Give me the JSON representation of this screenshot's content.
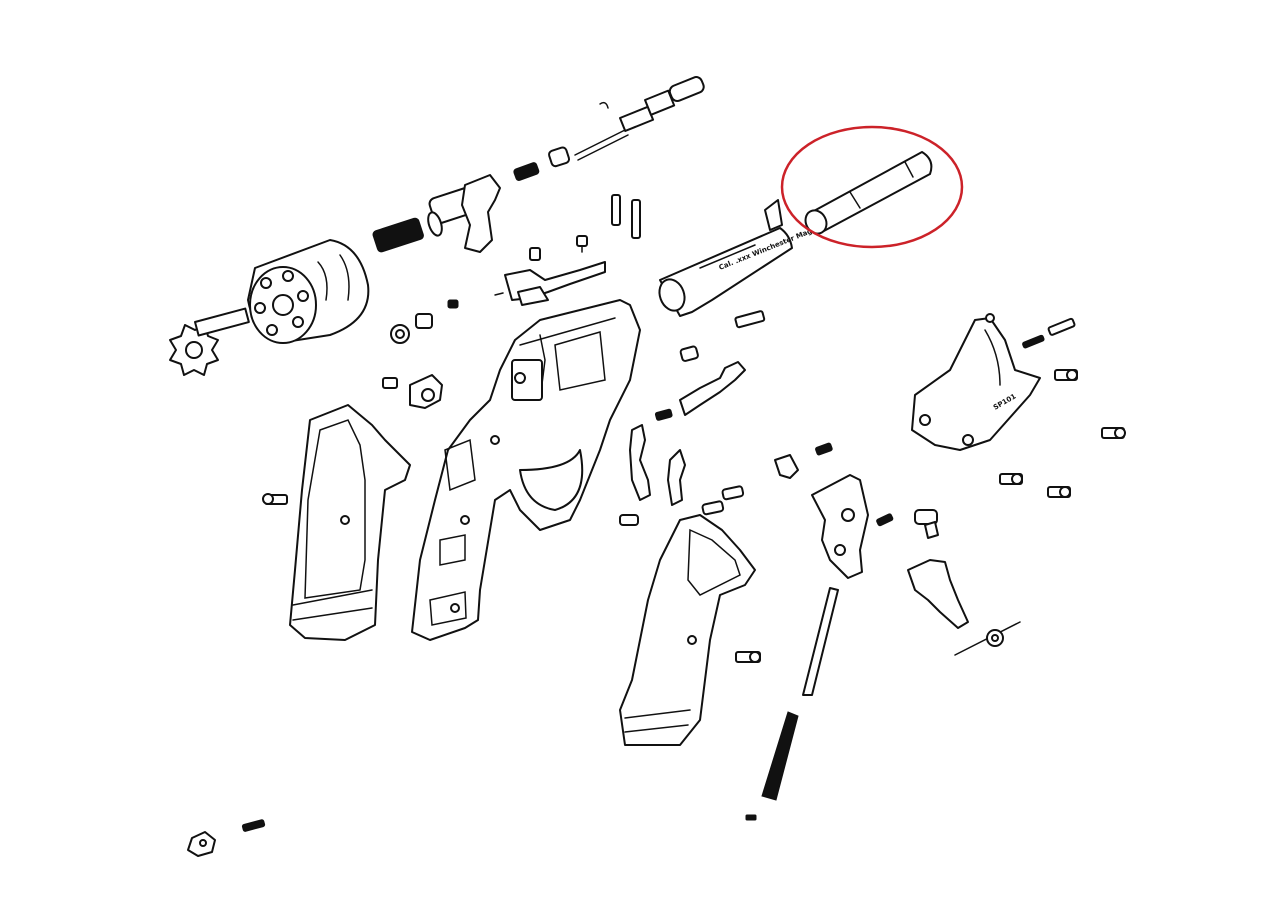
{
  "diagram": {
    "type": "exploded-parts-diagram",
    "highlight": {
      "part": "barrel-insert",
      "shape": "ellipse",
      "color": "#cc2229"
    },
    "engraving": {
      "barrel": "Cal. .xxx Winchester Magnum",
      "sideplate": "SP101"
    },
    "line_color": "#111111",
    "background": "#ffffff"
  }
}
